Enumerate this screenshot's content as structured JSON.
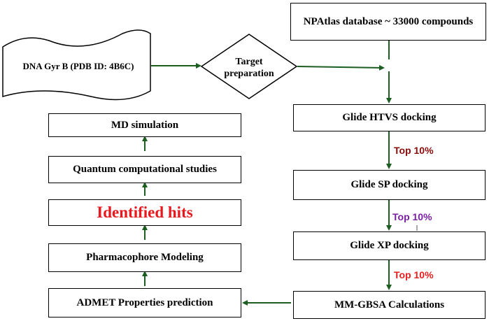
{
  "input": {
    "label": "DNA Gyr B (PDB ID: 4B6C)"
  },
  "decision": {
    "label": "Target preparation"
  },
  "database": {
    "label": "NPAtlas database ~ 33000 compounds"
  },
  "steps": {
    "htvs": "Glide HTVS docking",
    "sp": "Glide SP docking",
    "xp": "Glide XP docking",
    "mmgbsa": "MM-GBSA Calculations",
    "admet": "ADMET Properties prediction",
    "pharmacophore": "Pharmacophore Modeling",
    "hits": "Identified hits",
    "quantum": "Quantum computational studies",
    "md": "MD simulation"
  },
  "filters": [
    {
      "label": "Top 10%",
      "color": "#8b0a0a"
    },
    {
      "label": "Top 10%",
      "color": "#7b1fa2"
    },
    {
      "label": "Top 10%",
      "color": "#e81e1e"
    }
  ],
  "colors": {
    "arrow": "#1b5e20",
    "hits_text": "#e8191e"
  }
}
